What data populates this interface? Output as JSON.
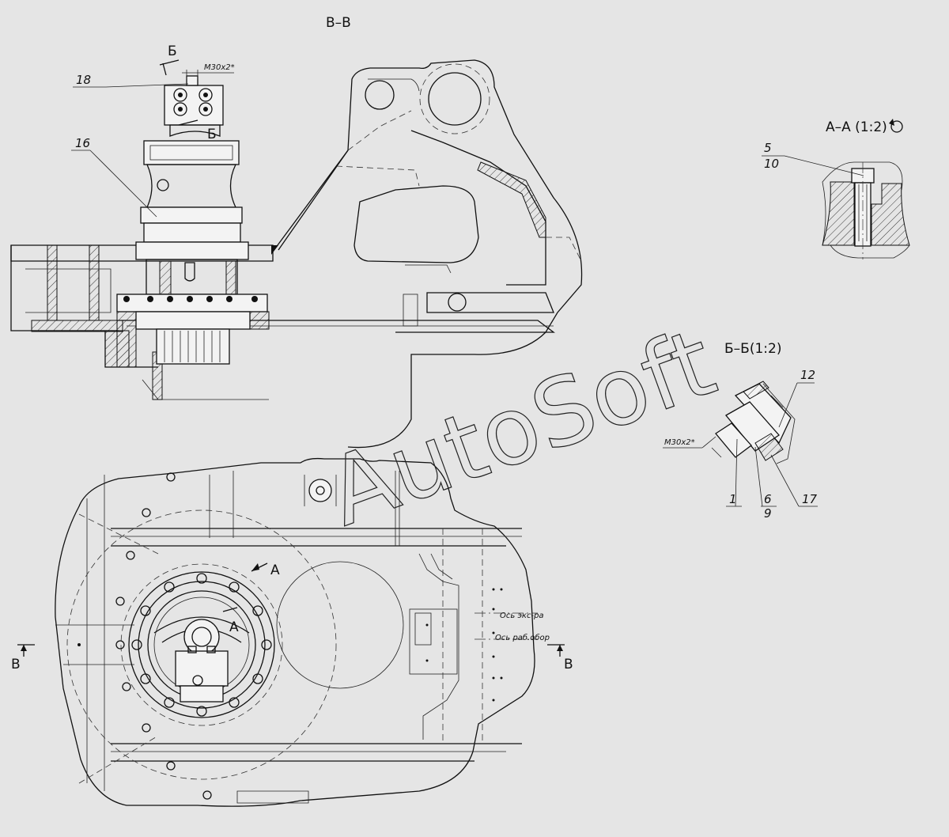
{
  "sections": {
    "vv_title": "В–В",
    "aa_title": "А–А (1:2)",
    "bb_title": "Б–Б(1:2)"
  },
  "cut_marks": {
    "b": "Б",
    "a": "А",
    "v": "В"
  },
  "thread_label": "М30х2*",
  "part_labels": {
    "p1": "1",
    "p5": "5",
    "p6": "6",
    "p9": "9",
    "p10": "10",
    "p12": "12",
    "p16": "16",
    "p17": "17",
    "p18": "18"
  },
  "axis_notes": {
    "excavator": "Ось экс-ра",
    "work_equipment": "Ось раб.обор"
  },
  "watermark": "AutoSoft",
  "icons": [
    "rotation-direction-icon"
  ]
}
